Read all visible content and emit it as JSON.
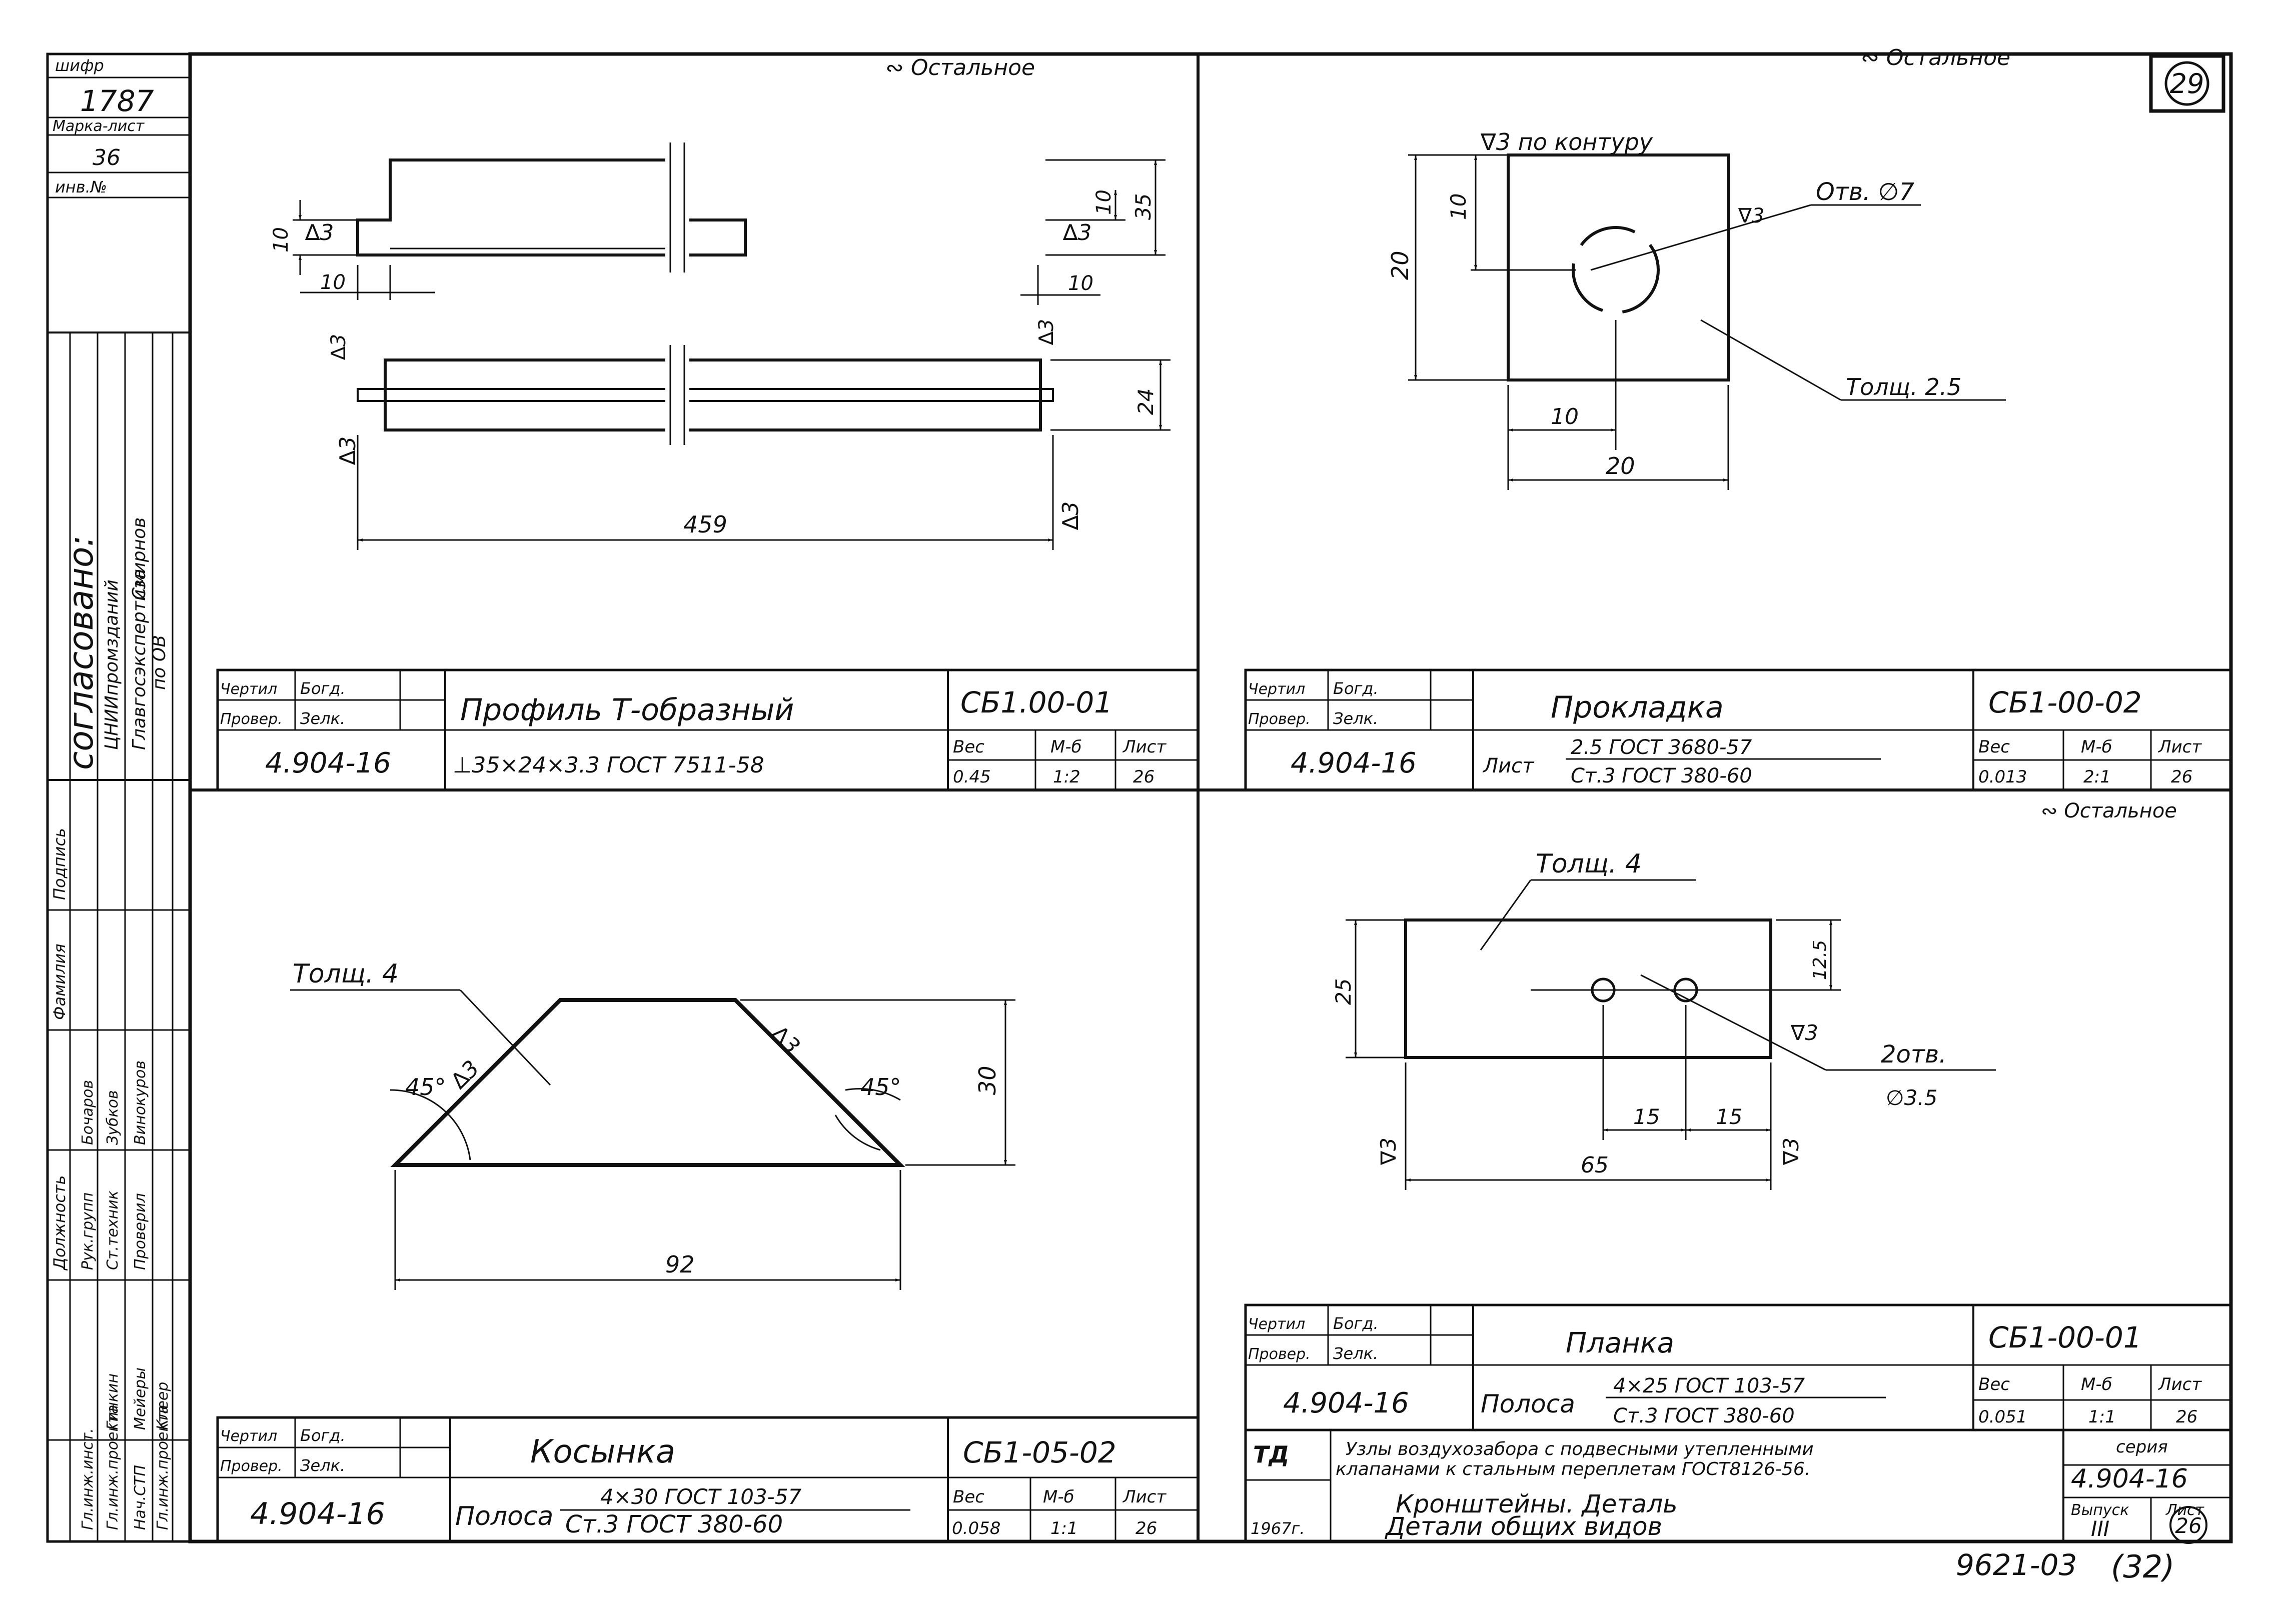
{
  "sheet": {
    "sheet_number": "29",
    "bottom_code": "9621-03",
    "bottom_page": "(32)"
  },
  "left_strip": {
    "shifr_label": "шифр",
    "shifr_value": "1787",
    "marka_label": "Марка-лист",
    "marka_value": "36",
    "inv_label": "инв.№",
    "soglasovano": "согласовано:",
    "col_dolzh": "Должность",
    "col_familiya": "Фамилия",
    "col_podpis": "Подпись",
    "org1": "ЦНИИпромзданий",
    "org2": "Главгосэкспертиза",
    "org2_role": "по ОВ",
    "sign1": "Смирнов",
    "people": [
      "Гл.инж.инст.",
      "Гл.инж.проекта",
      "Нач.СТП",
      "Гл.инж.проекта",
      "Рук.групп",
      "Ст.техник",
      "Проверил"
    ],
    "names": [
      "Мейеры",
      "Гинкин",
      "Клеер",
      "Бочаров",
      "Зубков",
      "Винокуров"
    ]
  },
  "overall_roughness": "∾ Остальное",
  "panels": [
    {
      "id": "profile",
      "roughness": "∾ Остальное",
      "dims": {
        "d10a": "10",
        "d35": "35",
        "d10b": "10",
        "d10c": "10",
        "d10d": "10",
        "d24": "24",
        "d459": "459"
      },
      "marks": {
        "m1": "∆3",
        "m2": "∆3",
        "m3": "∆3",
        "m4": "∆3",
        "m5": "∆3",
        "m6": "∆3"
      },
      "title": {
        "chertil_label": "Чертил",
        "chertil_value": "Богд.",
        "proveril_label": "Провер.",
        "proveril_value": "Зелк.",
        "series": "4.904-16",
        "name": "Профиль Т-образный",
        "material": "⊥35×24×3.3 ГОСТ 7511-58",
        "code": "СБ1.00-01",
        "ves_label": "Вес",
        "ves_value": "0.45",
        "scale_label": "М-б",
        "scale_value": "1:2",
        "list_label": "Лист",
        "list_value": "26"
      }
    },
    {
      "id": "gasket",
      "roughness": "∾ Остальное",
      "contour_note": "∇3 по контуру",
      "hole_label": "Отв. ∅7",
      "thickness": "Толщ. 2.5",
      "mark": "∇3",
      "dims": {
        "d20v": "20",
        "d10v": "10",
        "d10h": "10",
        "d20h": "20"
      },
      "title": {
        "chertil_label": "Чертил",
        "chertil_value": "Богд.",
        "proveril_label": "Провер.",
        "proveril_value": "Зелк.",
        "series": "4.904-16",
        "name": "Прокладка",
        "material_prefix": "Лист",
        "material_top": "2.5 ГОСТ 3680-57",
        "material_bottom": "Ст.3 ГОСТ 380-60",
        "code": "СБ1-00-02",
        "ves_label": "Вес",
        "ves_value": "0.013",
        "scale_label": "М-б",
        "scale_value": "2:1",
        "list_label": "Лист",
        "list_value": "26"
      }
    },
    {
      "id": "gusset",
      "thickness": "Толщ. 4",
      "angle_left": "45°",
      "angle_right": "45°",
      "marks": {
        "m1": "∆3",
        "m2": "∆3"
      },
      "dims": {
        "d30": "30",
        "d92": "92"
      },
      "title": {
        "chertil_label": "Чертил",
        "chertil_value": "Богд.",
        "proveril_label": "Провер.",
        "proveril_value": "Зелк.",
        "series": "4.904-16",
        "name": "Косынка",
        "material_prefix": "Полоса",
        "material_top": "4×30 ГОСТ 103-57",
        "material_bottom": "Ст.3 ГОСТ 380-60",
        "code": "СБ1-05-02",
        "ves_label": "Вес",
        "ves_value": "0.058",
        "scale_label": "М-б",
        "scale_value": "1:1",
        "list_label": "Лист",
        "list_value": "26"
      }
    },
    {
      "id": "strip",
      "roughness": "∾ Остальное",
      "thickness": "Толщ. 4",
      "holes_label": "2отв.",
      "holes_dia": "∅3.5",
      "marks": {
        "m1": "∇3",
        "m2": "∇3",
        "m3": "∇3"
      },
      "dims": {
        "d25": "25",
        "d12_5": "12.5",
        "d15a": "15",
        "d15b": "15",
        "d65": "65"
      },
      "title": {
        "chertil_label": "Чертил",
        "chertil_value": "Богд.",
        "proveril_label": "Провер.",
        "proveril_value": "Зелк.",
        "series": "4.904-16",
        "name": "Планка",
        "material_prefix": "Полоса",
        "material_top": "4×25 ГОСТ 103-57",
        "material_bottom": "Ст.3 ГОСТ 380-60",
        "code": "СБ1-00-01",
        "ves_label": "Вес",
        "ves_value": "0.051",
        "scale_label": "М-б",
        "scale_value": "1:1",
        "list_label": "Лист",
        "list_value": "26"
      }
    }
  ],
  "main_stamp": {
    "td": "ТД",
    "title_line1": "Узлы воздухозабора с подвесными утепленными",
    "title_line2": "клапанами к стальным переплетам ГОСТ8126-56.",
    "subtitle_line1": "Кронштейны. Деталь",
    "subtitle_line2": "Детали общих видов",
    "year": "1967г.",
    "seriya_label": "серия",
    "seriya_value": "4.904-16",
    "vypusk_label": "Выпуск",
    "vypusk_value": "III",
    "list_label": "Лист",
    "list_value": "26"
  }
}
